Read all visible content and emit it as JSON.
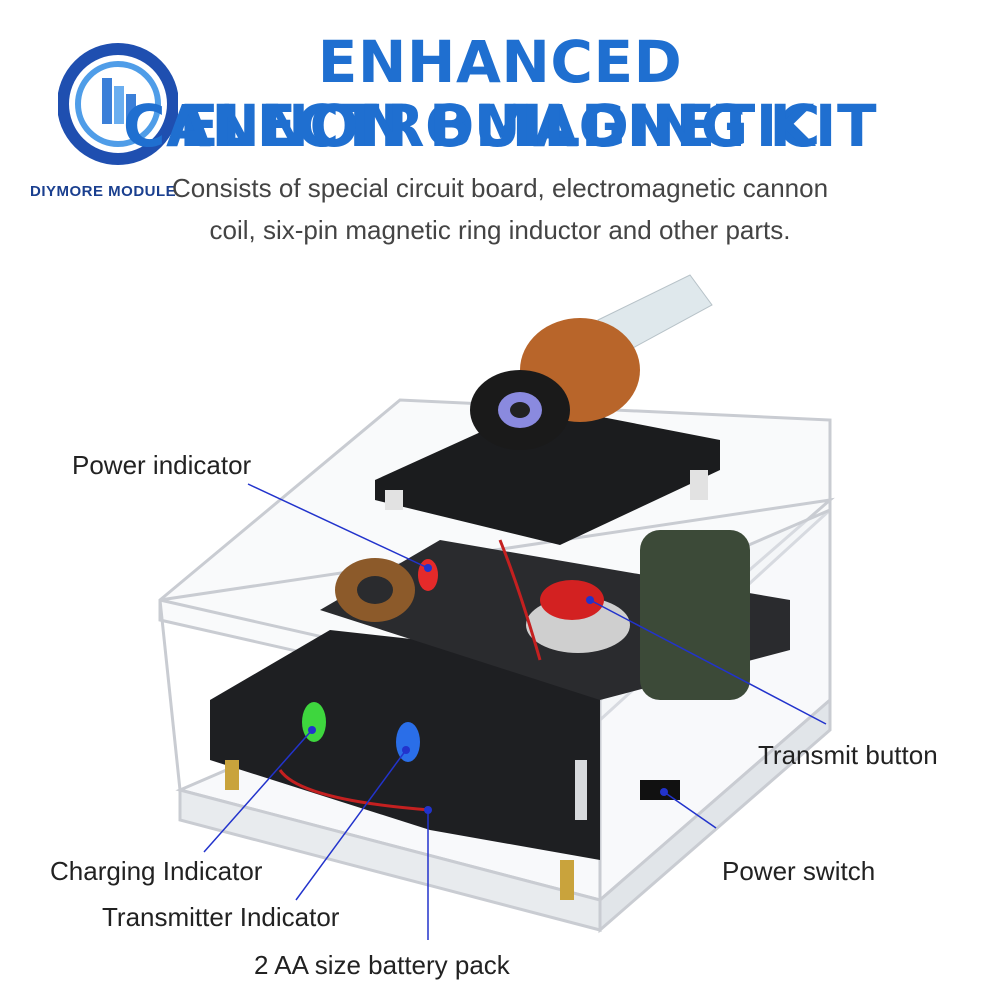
{
  "title": {
    "line1": "ENHANCED ELECTROMAGNETIC",
    "line2": "CANNON BUILDING KIT"
  },
  "subtitle": {
    "line1": "Consists of special circuit board, electromagnetic cannon",
    "line2": "coil,  six-pin magnetic ring inductor and other parts."
  },
  "brand": {
    "name": "DIYMORE MODULE",
    "color": "#1a3f8f"
  },
  "callouts": {
    "power_indicator": "Power indicator",
    "transmit_button": "Transmit button",
    "charging_indicator": "Charging Indicator",
    "power_switch": "Power switch",
    "transmitter_indicator": "Transmitter Indicator",
    "battery_pack": "2 AA size battery pack"
  },
  "colors": {
    "accent": "#1f6fd0",
    "leader_line": "#2233cc"
  }
}
